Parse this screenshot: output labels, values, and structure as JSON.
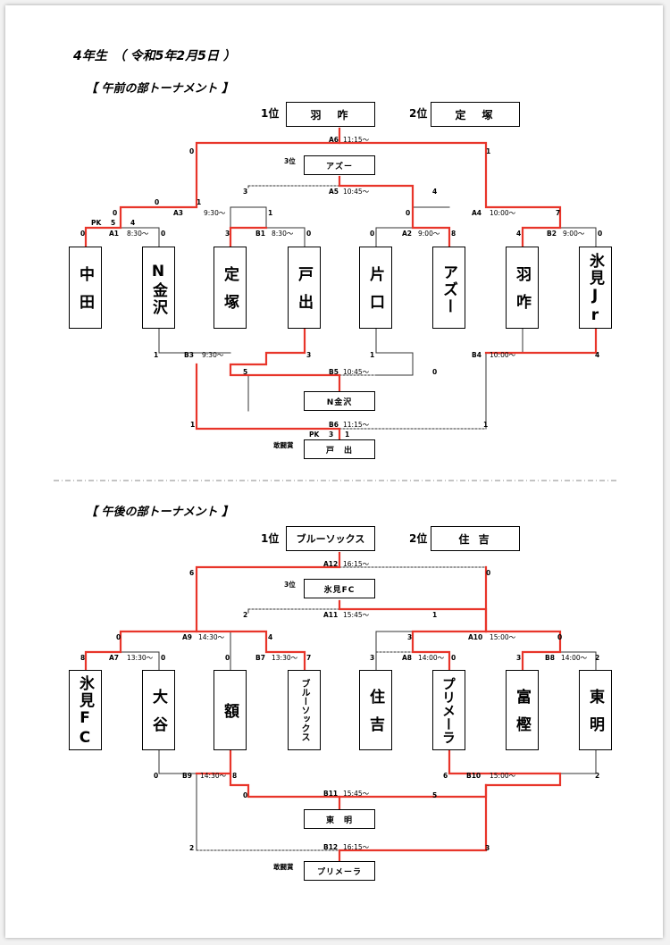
{
  "header": {
    "title": "4年生　（ 令和5年2月5日 ）"
  },
  "morning": {
    "section_title": "【 午前の部トーナメント 】",
    "first_label": "1位",
    "first": "羽　咋",
    "second_label": "2位",
    "second": "定　塚",
    "third_label": "3位",
    "third": "アズー",
    "fighting_label": "敢闘賞",
    "fighting": "戸　出",
    "consolation_winner": "N金沢",
    "teams": [
      "中田",
      "N金沢",
      "定塚",
      "戸出",
      "片口",
      "アズー",
      "羽咋",
      "氷見Jr"
    ],
    "matches": {
      "A1": {
        "id": "A1",
        "time": "8:30〜"
      },
      "B1": {
        "id": "B1",
        "time": "8:30〜"
      },
      "A2": {
        "id": "A2",
        "time": "9:00〜"
      },
      "B2": {
        "id": "B2",
        "time": "9:00〜"
      },
      "A3": {
        "id": "A3",
        "time": "9:30〜"
      },
      "B3": {
        "id": "B3",
        "time": "9:30〜"
      },
      "A4": {
        "id": "A4",
        "time": "10:00〜"
      },
      "B4": {
        "id": "B4",
        "time": "10:00〜"
      },
      "A5": {
        "id": "A5",
        "time": "10:45〜"
      },
      "B5": {
        "id": "B5",
        "time": "10:45〜"
      },
      "A6": {
        "id": "A6",
        "time": "11:15〜"
      },
      "B6": {
        "id": "B6",
        "time": "11:15〜"
      }
    },
    "pk_label": "PK",
    "scores": {
      "a1_left": "0",
      "a1_right": "0",
      "a1_pk_left": "5",
      "a1_pk_right": "4",
      "b1_left": "3",
      "b1_right": "0",
      "a2_left": "0",
      "a2_right": "8",
      "b2_left": "4",
      "b2_right": "0",
      "a3_left": "0",
      "a3_right": "1",
      "a4_left": "1",
      "a4_right": "7",
      "a5_left": "3",
      "a5_right": "4",
      "a5_inner": "0",
      "a6_left": "0",
      "a6_right": "1",
      "b3_left": "1",
      "b3_right": "3",
      "b4_left": "1",
      "b4_right": "4",
      "b5_left": "5",
      "b5_right": "0",
      "b6_left": "1",
      "b6_right": "1",
      "b6_pk_left": "3",
      "b6_pk_right": "1"
    }
  },
  "afternoon": {
    "section_title": "【 午後の部トーナメント 】",
    "first_label": "1位",
    "first": "ブルーソックス",
    "second_label": "2位",
    "second": "住 吉",
    "third_label": "3位",
    "third": "氷見FC",
    "fighting_label": "敢闘賞",
    "fighting": "プリメーラ",
    "consolation_winner": "東　明",
    "teams": [
      "氷見FC",
      "大谷",
      "額",
      "ブルーソックス",
      "住吉",
      "プリメーラ",
      "富樫",
      "東明"
    ],
    "matches": {
      "A7": {
        "id": "A7",
        "time": "13:30〜"
      },
      "B7": {
        "id": "B7",
        "time": "13:30〜"
      },
      "A8": {
        "id": "A8",
        "time": "14:00〜"
      },
      "B8": {
        "id": "B8",
        "time": "14:00〜"
      },
      "A9": {
        "id": "A9",
        "time": "14:30〜"
      },
      "B9": {
        "id": "B9",
        "time": "14:30〜"
      },
      "A10": {
        "id": "A10",
        "time": "15:00〜"
      },
      "B10": {
        "id": "B10",
        "time": "15:00〜"
      },
      "A11": {
        "id": "A11",
        "time": "15:45〜"
      },
      "B11": {
        "id": "B11",
        "time": "15:45〜"
      },
      "A12": {
        "id": "A12",
        "time": "16:15〜"
      },
      "B12": {
        "id": "B12",
        "time": "16:15〜"
      }
    },
    "scores": {
      "a7_left": "8",
      "a7_right": "0",
      "b7_left": "0",
      "b7_right": "7",
      "a8_left": "3",
      "a8_right": "0",
      "b8_left": "3",
      "b8_right": "2",
      "a9_left": "0",
      "a9_right": "4",
      "a10_left": "3",
      "a10_right": "0",
      "a11_left": "2",
      "a11_right": "1",
      "a12_left": "6",
      "a12_right": "0",
      "b9_left": "0",
      "b9_right": "8",
      "b10_left": "6",
      "b10_right": "2",
      "b11_left": "0",
      "b11_right": "5",
      "b12_left": "2",
      "b12_right": "3"
    }
  },
  "colors": {
    "win": "#e8352a",
    "lose": "#333333",
    "box_border": "#000000"
  }
}
